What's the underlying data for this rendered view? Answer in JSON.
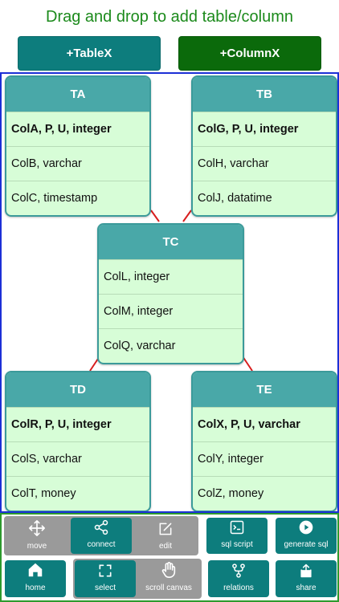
{
  "header": {
    "hint": "Drag and drop to add table/column",
    "add_table_label": "+TableX",
    "add_column_label": "+ColumnX"
  },
  "tables": [
    {
      "name": "TA",
      "columns": [
        "ColA, P, U, integer",
        "ColB, varchar",
        "ColC, timestamp"
      ]
    },
    {
      "name": "TB",
      "columns": [
        "ColG, P, U, integer",
        "ColH, varchar",
        "ColJ, datatime"
      ]
    },
    {
      "name": "TC",
      "columns": [
        "ColL, integer",
        "ColM, integer",
        "ColQ, varchar"
      ]
    },
    {
      "name": "TD",
      "columns": [
        "ColR, P, U, integer",
        "ColS, varchar",
        "ColT, money"
      ]
    },
    {
      "name": "TE",
      "columns": [
        "ColX, P, U, varchar",
        "ColY, integer",
        "ColZ, money"
      ]
    }
  ],
  "toolbar": {
    "move": "move",
    "connect": "connect",
    "edit": "edit",
    "sql_script": "sql script",
    "generate_sql": "generate sql",
    "home": "home",
    "select": "select",
    "scroll_canvas": "scroll canvas",
    "relations": "relations",
    "share": "share"
  },
  "colors": {
    "hint": "#1b8a1b",
    "table_button": "#0d7d7d",
    "column_button": "#0b6a0b",
    "table_header": "#49a8a8",
    "table_body": "#d7fdd7",
    "relation_line": "#d81e1e",
    "canvas_border": "#1c2fd6",
    "toolbar_border": "#2d9a2d"
  }
}
